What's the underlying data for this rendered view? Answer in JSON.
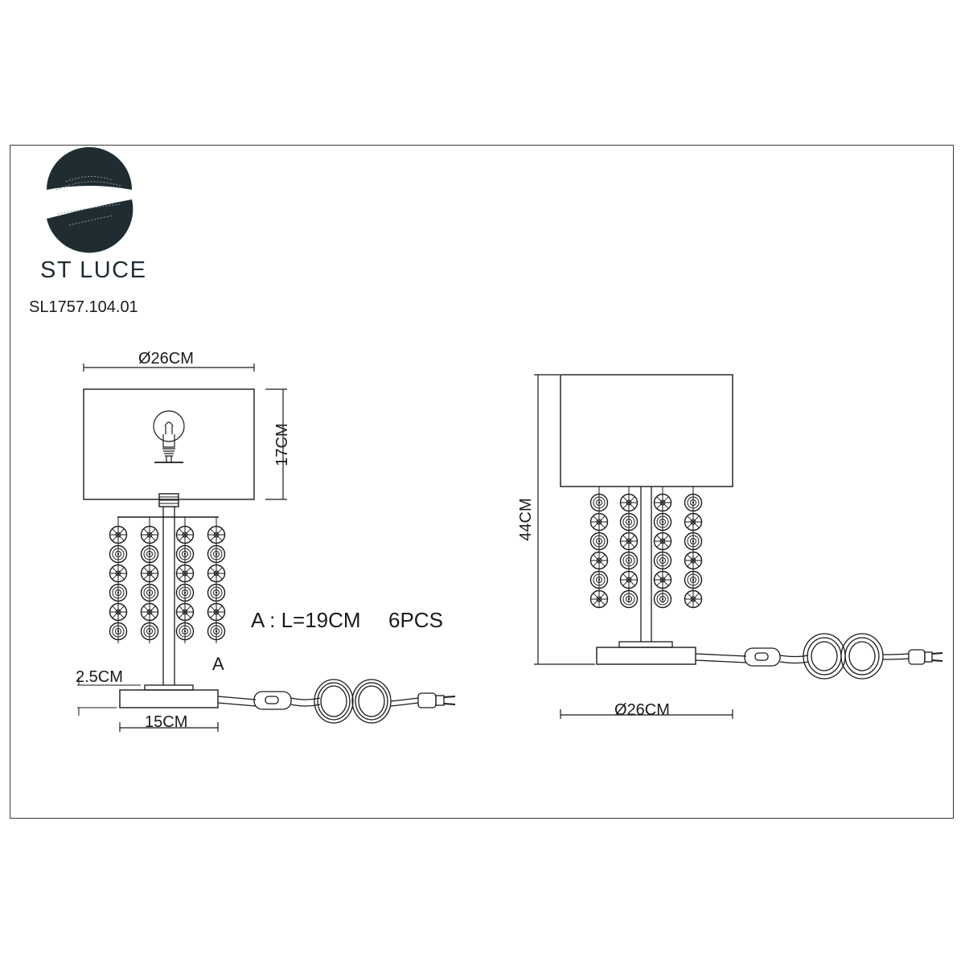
{
  "brand": {
    "name": "ST LUCE",
    "logo_icon": "spiral-s-logo"
  },
  "model_number": "SL1757.104.01",
  "front_view": {
    "shade_diameter": "Ø26CM",
    "shade_height": "17CM",
    "base_height": "2.5CM",
    "base_width": "15CM",
    "crystal_marker": "A"
  },
  "crystal_note": {
    "text": "A : L=19CM",
    "quantity": "6PCS"
  },
  "side_view": {
    "total_height": "44CM",
    "base_diameter": "Ø26CM"
  },
  "colors": {
    "line": "#1a1a1a",
    "logo": "#1f2d33",
    "frame": "#3a3a3a"
  }
}
